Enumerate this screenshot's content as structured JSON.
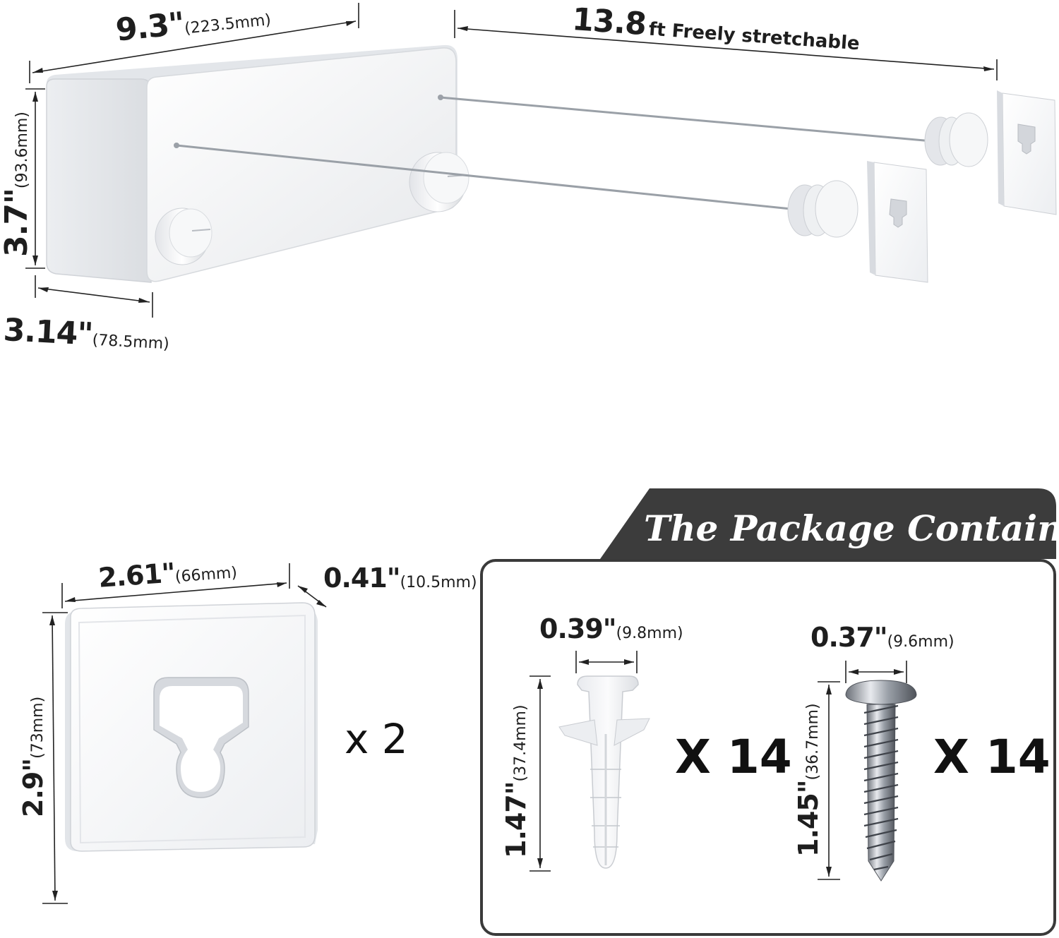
{
  "unit": {
    "width": {
      "inch": "9.3\"",
      "mm": "(223.5mm)"
    },
    "height": {
      "inch": "3.7\"",
      "mm": "(93.6mm)"
    },
    "depth": {
      "inch": "3.14\"",
      "mm": "(78.5mm)"
    },
    "cable": {
      "value": "13.8",
      "note": "ft Freely stretchable"
    }
  },
  "plate": {
    "width": {
      "inch": "2.61\"",
      "mm": "(66mm)"
    },
    "thickness": {
      "inch": "0.41\"",
      "mm": "(10.5mm)"
    },
    "height": {
      "inch": "2.9\"",
      "mm": "(73mm)"
    },
    "quantity": "x 2"
  },
  "package": {
    "title": "The Package Contains",
    "anchor": {
      "width": {
        "inch": "0.39\"",
        "mm": "(9.8mm)"
      },
      "length": {
        "inch": "1.47\"",
        "mm": "(37.4mm)"
      },
      "quantity": "X 14"
    },
    "screw": {
      "width": {
        "inch": "0.37\"",
        "mm": "(9.6mm)"
      },
      "length": {
        "inch": "1.45\"",
        "mm": "(36.7mm)"
      },
      "quantity": "X 14"
    }
  },
  "colors": {
    "banner": "#3c3c3c",
    "frame": "#3a3a3a",
    "product": "#f3f4f6"
  }
}
